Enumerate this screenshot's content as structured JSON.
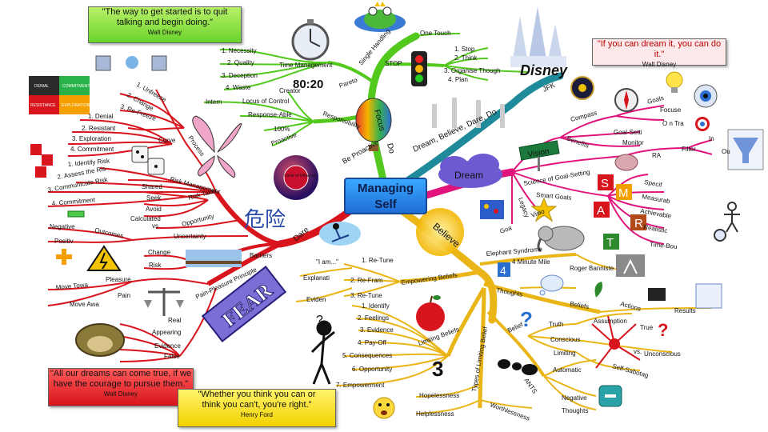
{
  "center": {
    "line1": "Managing",
    "line2": "Self"
  },
  "colors": {
    "green": "#53c81d",
    "red": "#d8141c",
    "gold": "#eab517",
    "magenta": "#e0147b",
    "teal": "#1f8a9a"
  },
  "quotes": {
    "top_left": {
      "text1": "\"The way to get started is to quit",
      "text2": "talking and begin doing.\"",
      "author": "Walt Disney"
    },
    "top_right": {
      "text1": "\"If you can dream it, you can do it.\"",
      "author": "Walt Disney"
    },
    "bottom_left": {
      "text1": "\"All our dreams can come true, if we",
      "text2": "have the courage to pursue them.\"",
      "author": "Walt Disney"
    },
    "bottom_mid": {
      "text1": "\"Whether you think you can or",
      "text2": "think you can't, you're right.\"",
      "author": "Henry Ford"
    }
  },
  "branches": {
    "focus": "Focus",
    "do": "Do",
    "dream_believe": "Dream, Believe, Dare, Do",
    "dare": "Dare",
    "believe": "Believe",
    "dream": "Dream",
    "be_proactive": "Be Proactive",
    "kanji": "危险",
    "jfk": "JFK",
    "ratio": "80:20",
    "disney": "Disney"
  },
  "focus_labels": {
    "time_management": "Time Management",
    "necessity": "1. Necessity",
    "quality": "2. Quality",
    "deception": "3. Deception",
    "waste": "4. Waste",
    "pareto": "Pareto",
    "single_handling": "Single Handling",
    "one_touch": "One Touch",
    "stop_label": "STOP",
    "stop": "1. Stop",
    "think": "2. Think",
    "organise": "3. Organise Though",
    "plan": "4. Plan",
    "responsibility": "Responsibility",
    "creator": "Creator",
    "intern": "Intern",
    "locus": "Locus of Control",
    "response_able": "Response-Able",
    "hundred": "100%",
    "proactive": "Proactive",
    "circle": "Circle of Influence"
  },
  "dare_labels": {
    "process": "Process",
    "unfreeze": "1. Unfreeze",
    "change2": "2. Change",
    "refreeze": "3. Re-Freeze",
    "curve": "Curve",
    "denial": "1. Denial",
    "resistant": "2. Resistant",
    "exploration": "3. Exploration",
    "commitment": "4. Commitment",
    "risk_management": "Risk Management",
    "identify_risk": "1. Identify Risk",
    "assess": "2. Assess the Ris",
    "communicate": "3. Communicate Risk",
    "commitment2": "4. Commitment",
    "risk_taker": "Risk Taker",
    "shared": "Shared",
    "seek": "Seek",
    "avoid": "Avoid",
    "calculated": "Calculated",
    "vs": "vs",
    "opportunity": "Opportunity",
    "uncertainty": "Uncertainty",
    "outcomes": "Outcomes",
    "negative": "Negative",
    "positive": "Positiv",
    "barriers": "Barriers",
    "change": "Change",
    "risk": "Risk",
    "pleasure_principle": "Pain-Pleasure Principle",
    "pleasure": "Pleasure",
    "pain": "Pain",
    "move_towards": "Move Towa",
    "move_away": "Move Awa",
    "fear": "FEAR",
    "real": "Real",
    "appearing": "Appearing",
    "evidence": "Evidence",
    "false": "False",
    "matrix_denial": "DENIAL",
    "matrix_commitment": "COMMITMENT",
    "matrix_resistance": "RESISTANCE",
    "matrix_exploration": "EXPLORATION"
  },
  "believe_labels": {
    "empowering": "Empowering Beliefs",
    "explanation": "Explanati",
    "evidence": "Eviden",
    "retune": "1. Re-Tune",
    "reframe": "2. Re-Fram",
    "retune3": "3. Re-Tune",
    "i_label": "\"I am...\"",
    "limiting": "Limiting Beliefs",
    "identify": "1. Identify",
    "feelings": "2. Feelings",
    "evidence3": "3. Evidence",
    "payoff": "4. Pay-Off",
    "consequences": "5. Consequences",
    "opportunity": "6. Opportunity",
    "empowerment": "7. Empowerment",
    "types": "Types of Limiting Belief",
    "hopelessness": "Hopelessness",
    "helplessness": "Helplessness",
    "worthlessness": "Worthlessness",
    "ants": "ANTS",
    "automatic": "Automatic",
    "negative": "Negative",
    "thoughts": "Thoughts",
    "elephant": "Elephant Syndrome",
    "minute_mile": "4 Minute Mile",
    "roger": "Roger Banniste",
    "thoughts2": "Thoughts",
    "beliefs": "Beliefs",
    "actions": "Actions",
    "results": "Results",
    "belief": "Belief",
    "truth": "Truth",
    "assumption": "Assumption",
    "conscious": "Conscious",
    "limiting2": "Limiting",
    "self_sabotage": "Self-Sabotag",
    "vs": "vs.",
    "unconscious": "Unconscious",
    "true": "True"
  },
  "dream_labels": {
    "benefits": "Benefits",
    "compass": "Compass",
    "goal_setting": "Goal-Setti",
    "goals": "Goals",
    "focuse": "Focuse",
    "on_target": "O n Tra",
    "monitor": "Monitor",
    "science": "Science of Goal-Setting",
    "ras": "RA",
    "filter": "Filter",
    "in": "In",
    "out": "Ou",
    "smart": "Smart Goals",
    "specific": "Specif",
    "measurable": "Measurab",
    "achievable": "Achievable",
    "realistic": "Realistic",
    "time_bound": "Time-Bou",
    "vision": "Vision",
    "visio": "Visio",
    "goa": "Goa",
    "legacy": "Legacy"
  }
}
